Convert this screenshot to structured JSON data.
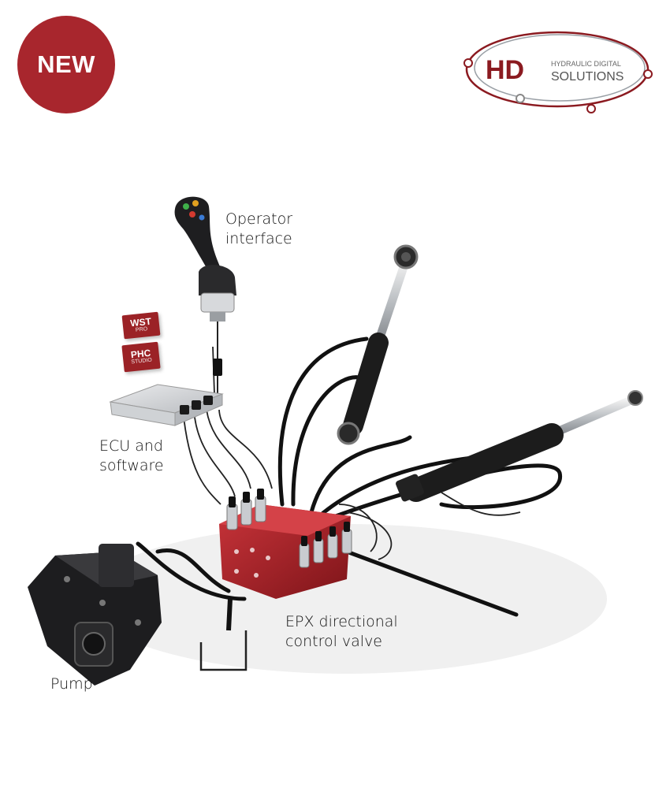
{
  "badge": {
    "text": "NEW",
    "color": "#a8262d"
  },
  "logo": {
    "mark": "HD",
    "line1": "HYDRAULIC DIGITAL",
    "line2": "SOLUTIONS",
    "accent_color": "#8b1a20"
  },
  "cards": [
    {
      "title": "WST",
      "subtitle": "PRO"
    },
    {
      "title": "PHC",
      "subtitle": "STUDIO"
    }
  ],
  "labels": {
    "operator": [
      "Operator",
      "interface"
    ],
    "ecu": [
      "ECU and",
      "software"
    ],
    "valve": [
      "EPX directional",
      "control valve"
    ],
    "pump": [
      "Pump"
    ]
  },
  "colors": {
    "valve_red": "#a8262d",
    "hose_black": "#111111",
    "metal": "#c9ccd0"
  }
}
